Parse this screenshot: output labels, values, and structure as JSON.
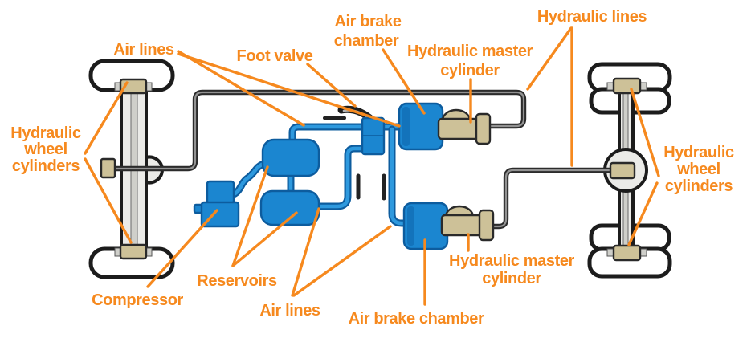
{
  "labels": {
    "air_lines_top": "Air lines",
    "foot_valve": "Foot valve",
    "air_brake_chamber_top": [
      "Air brake",
      "chamber"
    ],
    "hydraulic_master_cylinder_top": [
      "Hydraulic master",
      "cylinder"
    ],
    "hydraulic_lines": "Hydraulic lines",
    "hydraulic_wheel_cylinders_left": [
      "Hydraulic",
      "wheel",
      "cylinders"
    ],
    "hydraulic_wheel_cylinders_right": [
      "Hydraulic",
      "wheel",
      "cylinders"
    ],
    "compressor": "Compressor",
    "reservoirs": "Reservoirs",
    "air_lines_bottom": "Air lines",
    "air_brake_chamber_bottom": "Air brake chamber",
    "hydraulic_master_cylinder_bottom": [
      "Hydraulic master",
      "cylinder"
    ]
  },
  "colors": {
    "label_orange": "#F6891E",
    "component_blue": "#1B86D0",
    "air_line_blue": "#2E99DE",
    "blue_outline": "#0D5C9E",
    "fitting_tan": "#CDC198",
    "chassis_dark": "#1C1C1C",
    "chassis_gray": "#929292",
    "axle_fill": "#EBEBE8"
  }
}
